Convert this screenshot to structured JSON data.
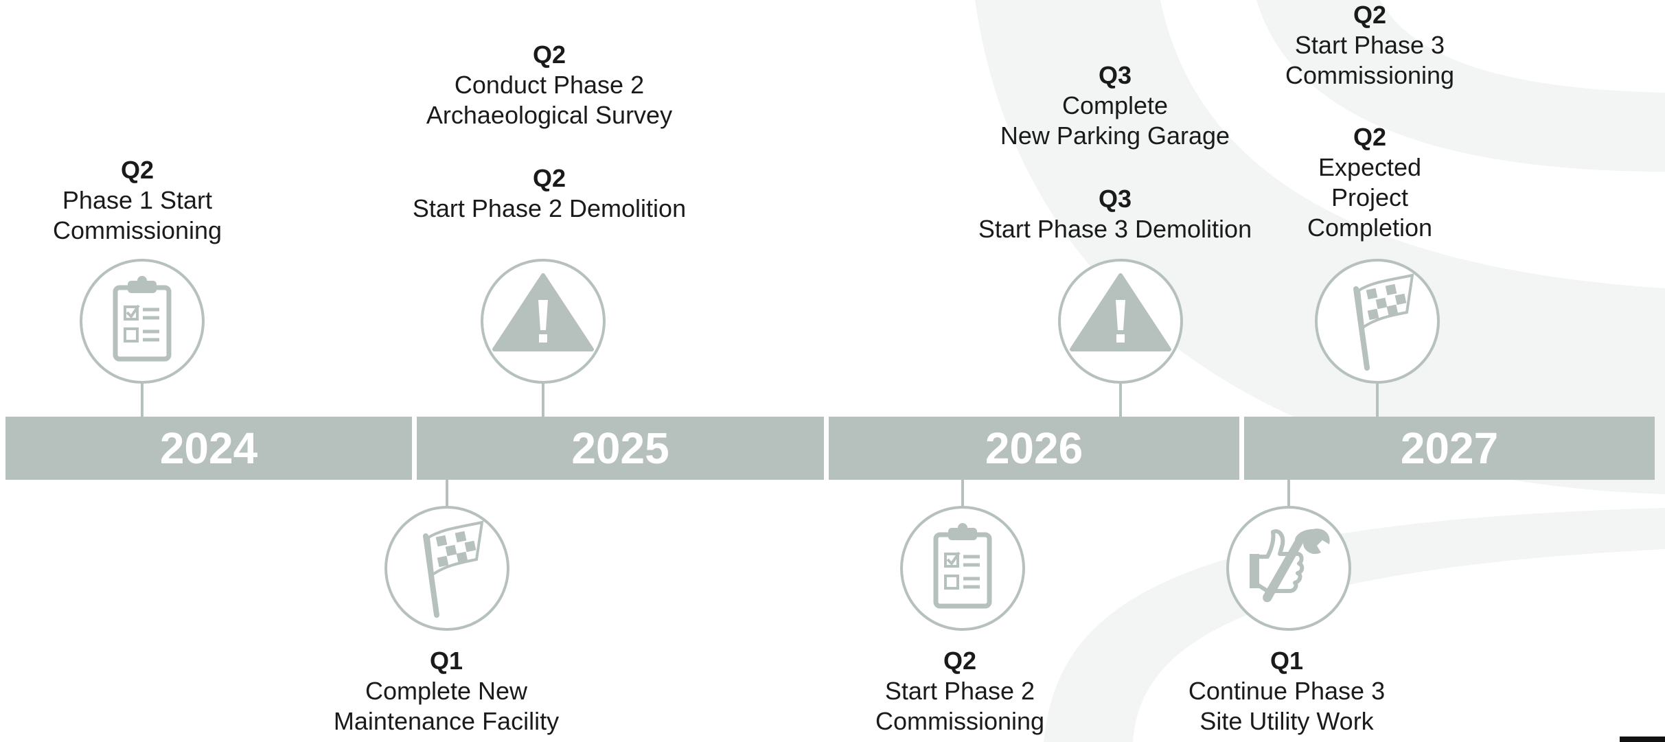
{
  "timeline": {
    "years": [
      "2024",
      "2025",
      "2026",
      "2027"
    ],
    "milestones": [
      {
        "id": "m1",
        "quarter": "Q2",
        "text": "Phase 1 Start\nCommissioning",
        "icon": "clipboard-checklist-icon"
      },
      {
        "id": "m2",
        "quarter": "Q2",
        "text": "Conduct Phase 2\nArchaeological Survey",
        "icon": null
      },
      {
        "id": "m3",
        "quarter": "Q2",
        "text": "Start Phase 2 Demolition",
        "icon": "warning-triangle-icon"
      },
      {
        "id": "m4",
        "quarter": "Q1",
        "text": "Complete New\nMaintenance Facility",
        "icon": "checkered-flag-icon"
      },
      {
        "id": "m5",
        "quarter": "Q3",
        "text": "Complete\nNew Parking Garage",
        "icon": null
      },
      {
        "id": "m6",
        "quarter": "Q3",
        "text": "Start Phase 3 Demolition",
        "icon": "warning-triangle-icon"
      },
      {
        "id": "m7",
        "quarter": "Q2",
        "text": "Start Phase 2\nCommissioning",
        "icon": "clipboard-checklist-icon"
      },
      {
        "id": "m8",
        "quarter": "Q2",
        "text": "Start Phase 3\nCommissioning",
        "icon": null
      },
      {
        "id": "m9",
        "quarter": "Q2",
        "text": "Expected\nProject\nCompletion",
        "icon": "checkered-flag-icon"
      },
      {
        "id": "m10",
        "quarter": "Q1",
        "text": "Continue Phase 3\nSite Utility Work",
        "icon": "thumbs-up-wrench-icon"
      }
    ]
  },
  "colors": {
    "bar": "#b6c0bc",
    "icon": "#b6c0bc",
    "background_swoosh": "#f3f4f4",
    "text": "#1a1a1a"
  }
}
